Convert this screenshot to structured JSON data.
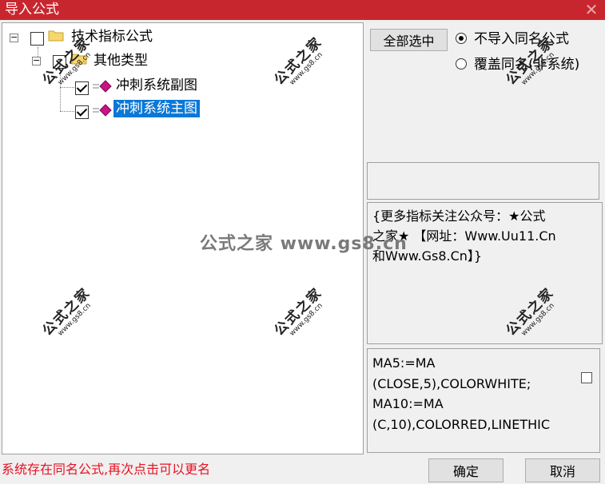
{
  "window": {
    "title": "导入公式",
    "close_glyph": "✕"
  },
  "tree": {
    "root_label": "技术指标公式",
    "group_label": "其他类型",
    "items": [
      {
        "label": "冲刺系统副图",
        "checked": true,
        "selected": false
      },
      {
        "label": "冲刺系统主图",
        "checked": true,
        "selected": true
      }
    ]
  },
  "options": {
    "select_all_label": "全部选中",
    "radio_skip_label": "不导入同名公式",
    "radio_overwrite_label": "覆盖同名(非系统)",
    "selected_radio": "skip"
  },
  "notice_lines": [
    "{更多指标关注公众号：★公式",
    "之家★ 【网址：Www.Uu11.Cn",
    "和Www.Gs8.Cn】}"
  ],
  "code_lines": [
    "MA5:=MA",
    "(CLOSE,5),COLORWHITE;",
    "MA10:=MA",
    "(C,10),COLORRED,LINETHIC"
  ],
  "status_message": "系统存在同名公式,再次点击可以更名",
  "buttons": {
    "ok_label": "确定",
    "cancel_label": "取消"
  },
  "watermark": {
    "main": "公式之家",
    "url": "www.gs8.cn",
    "center": "公式之家 www.gs8.cn"
  },
  "colors": {
    "titlebar": "#c8262e",
    "selection": "#0a78d7",
    "status": "#e81123"
  }
}
